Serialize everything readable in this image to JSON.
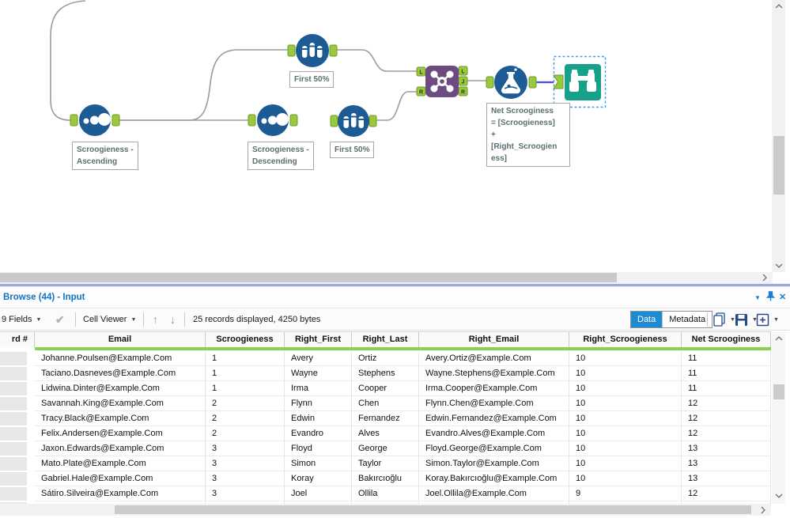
{
  "canvas": {
    "tools": {
      "sort_ascending": {
        "label_line1": "Scroogieness -",
        "label_line2": "Ascending"
      },
      "sort_descending": {
        "label_line1": "Scroogieness -",
        "label_line2": "Descending"
      },
      "sample_top": {
        "label": "First 50%"
      },
      "sample_bottom": {
        "label": "First 50%"
      },
      "join": {
        "ports_left": [
          "L",
          "R"
        ],
        "ports_right": [
          "L",
          "J",
          "R"
        ]
      },
      "formula": {
        "annotation_lines": [
          "Net Scrooginess",
          "= [Scroogieness]",
          "+",
          "[Right_Scroogien",
          "ess]"
        ]
      }
    }
  },
  "panel": {
    "title": "Browse (44) - Input",
    "toolbar": {
      "fields_label": "9 Fields",
      "cell_viewer_label": "Cell Viewer",
      "records_text": "25 records displayed, 4250 bytes",
      "data_tab": "Data",
      "metadata_tab": "Metadata"
    },
    "table": {
      "headers": [
        "rd #",
        "Email",
        "Scroogieness",
        "Right_First",
        "Right_Last",
        "Right_Email",
        "Right_Scroogieness",
        "Net Scrooginess"
      ],
      "rows": [
        [
          "Johanne.Poulsen@Example.Com",
          "1",
          "Avery",
          "Ortiz",
          "Avery.Ortiz@Example.Com",
          "10",
          "11"
        ],
        [
          "Taciano.Dasneves@Example.Com",
          "1",
          "Wayne",
          "Stephens",
          "Wayne.Stephens@Example.Com",
          "10",
          "11"
        ],
        [
          "Lidwina.Dinter@Example.Com",
          "1",
          "Irma",
          "Cooper",
          "Irma.Cooper@Example.Com",
          "10",
          "11"
        ],
        [
          "Savannah.King@Example.Com",
          "2",
          "Flynn",
          "Chen",
          "Flynn.Chen@Example.Com",
          "10",
          "12"
        ],
        [
          "Tracy.Black@Example.Com",
          "2",
          "Edwin",
          "Fernandez",
          "Edwin.Fernandez@Example.Com",
          "10",
          "12"
        ],
        [
          "Felix.Andersen@Example.Com",
          "2",
          "Evandro",
          "Alves",
          "Evandro.Alves@Example.Com",
          "10",
          "12"
        ],
        [
          "Jaxon.Edwards@Example.Com",
          "3",
          "Floyd",
          "George",
          "Floyd.George@Example.Com",
          "10",
          "13"
        ],
        [
          "Mato.Plate@Example.Com",
          "3",
          "Simon",
          "Taylor",
          "Simon.Taylor@Example.Com",
          "10",
          "13"
        ],
        [
          "Gabriel.Hale@Example.Com",
          "3",
          "Koray",
          "Bakırcıoğlu",
          "Koray.Bakırcıoğlu@Example.Com",
          "10",
          "13"
        ],
        [
          "Sátiro.Silveira@Example.Com",
          "3",
          "Joel",
          "Ollila",
          "Joel.Ollila@Example.Com",
          "9",
          "12"
        ]
      ]
    }
  },
  "colors": {
    "tool_blue": "#1d5b94",
    "join_purple": "#6d4b80",
    "browse_teal": "#17a18b",
    "anchor_green": "#9cc83d",
    "wire_gray": "#9b9b9b",
    "selected_wire_blue": "#4b4fe1",
    "selection_dash_blue": "#3e9ef5",
    "header_green_strip": "#8ed152",
    "title_blue": "#1273c4",
    "data_button_blue": "#1d8bd1",
    "annotation_text": "#5c6e71"
  },
  "icons": {
    "dropdown_caret": "▼",
    "check": "✔",
    "up_arrow": "↑",
    "down_arrow": "↓",
    "close": "✕"
  }
}
